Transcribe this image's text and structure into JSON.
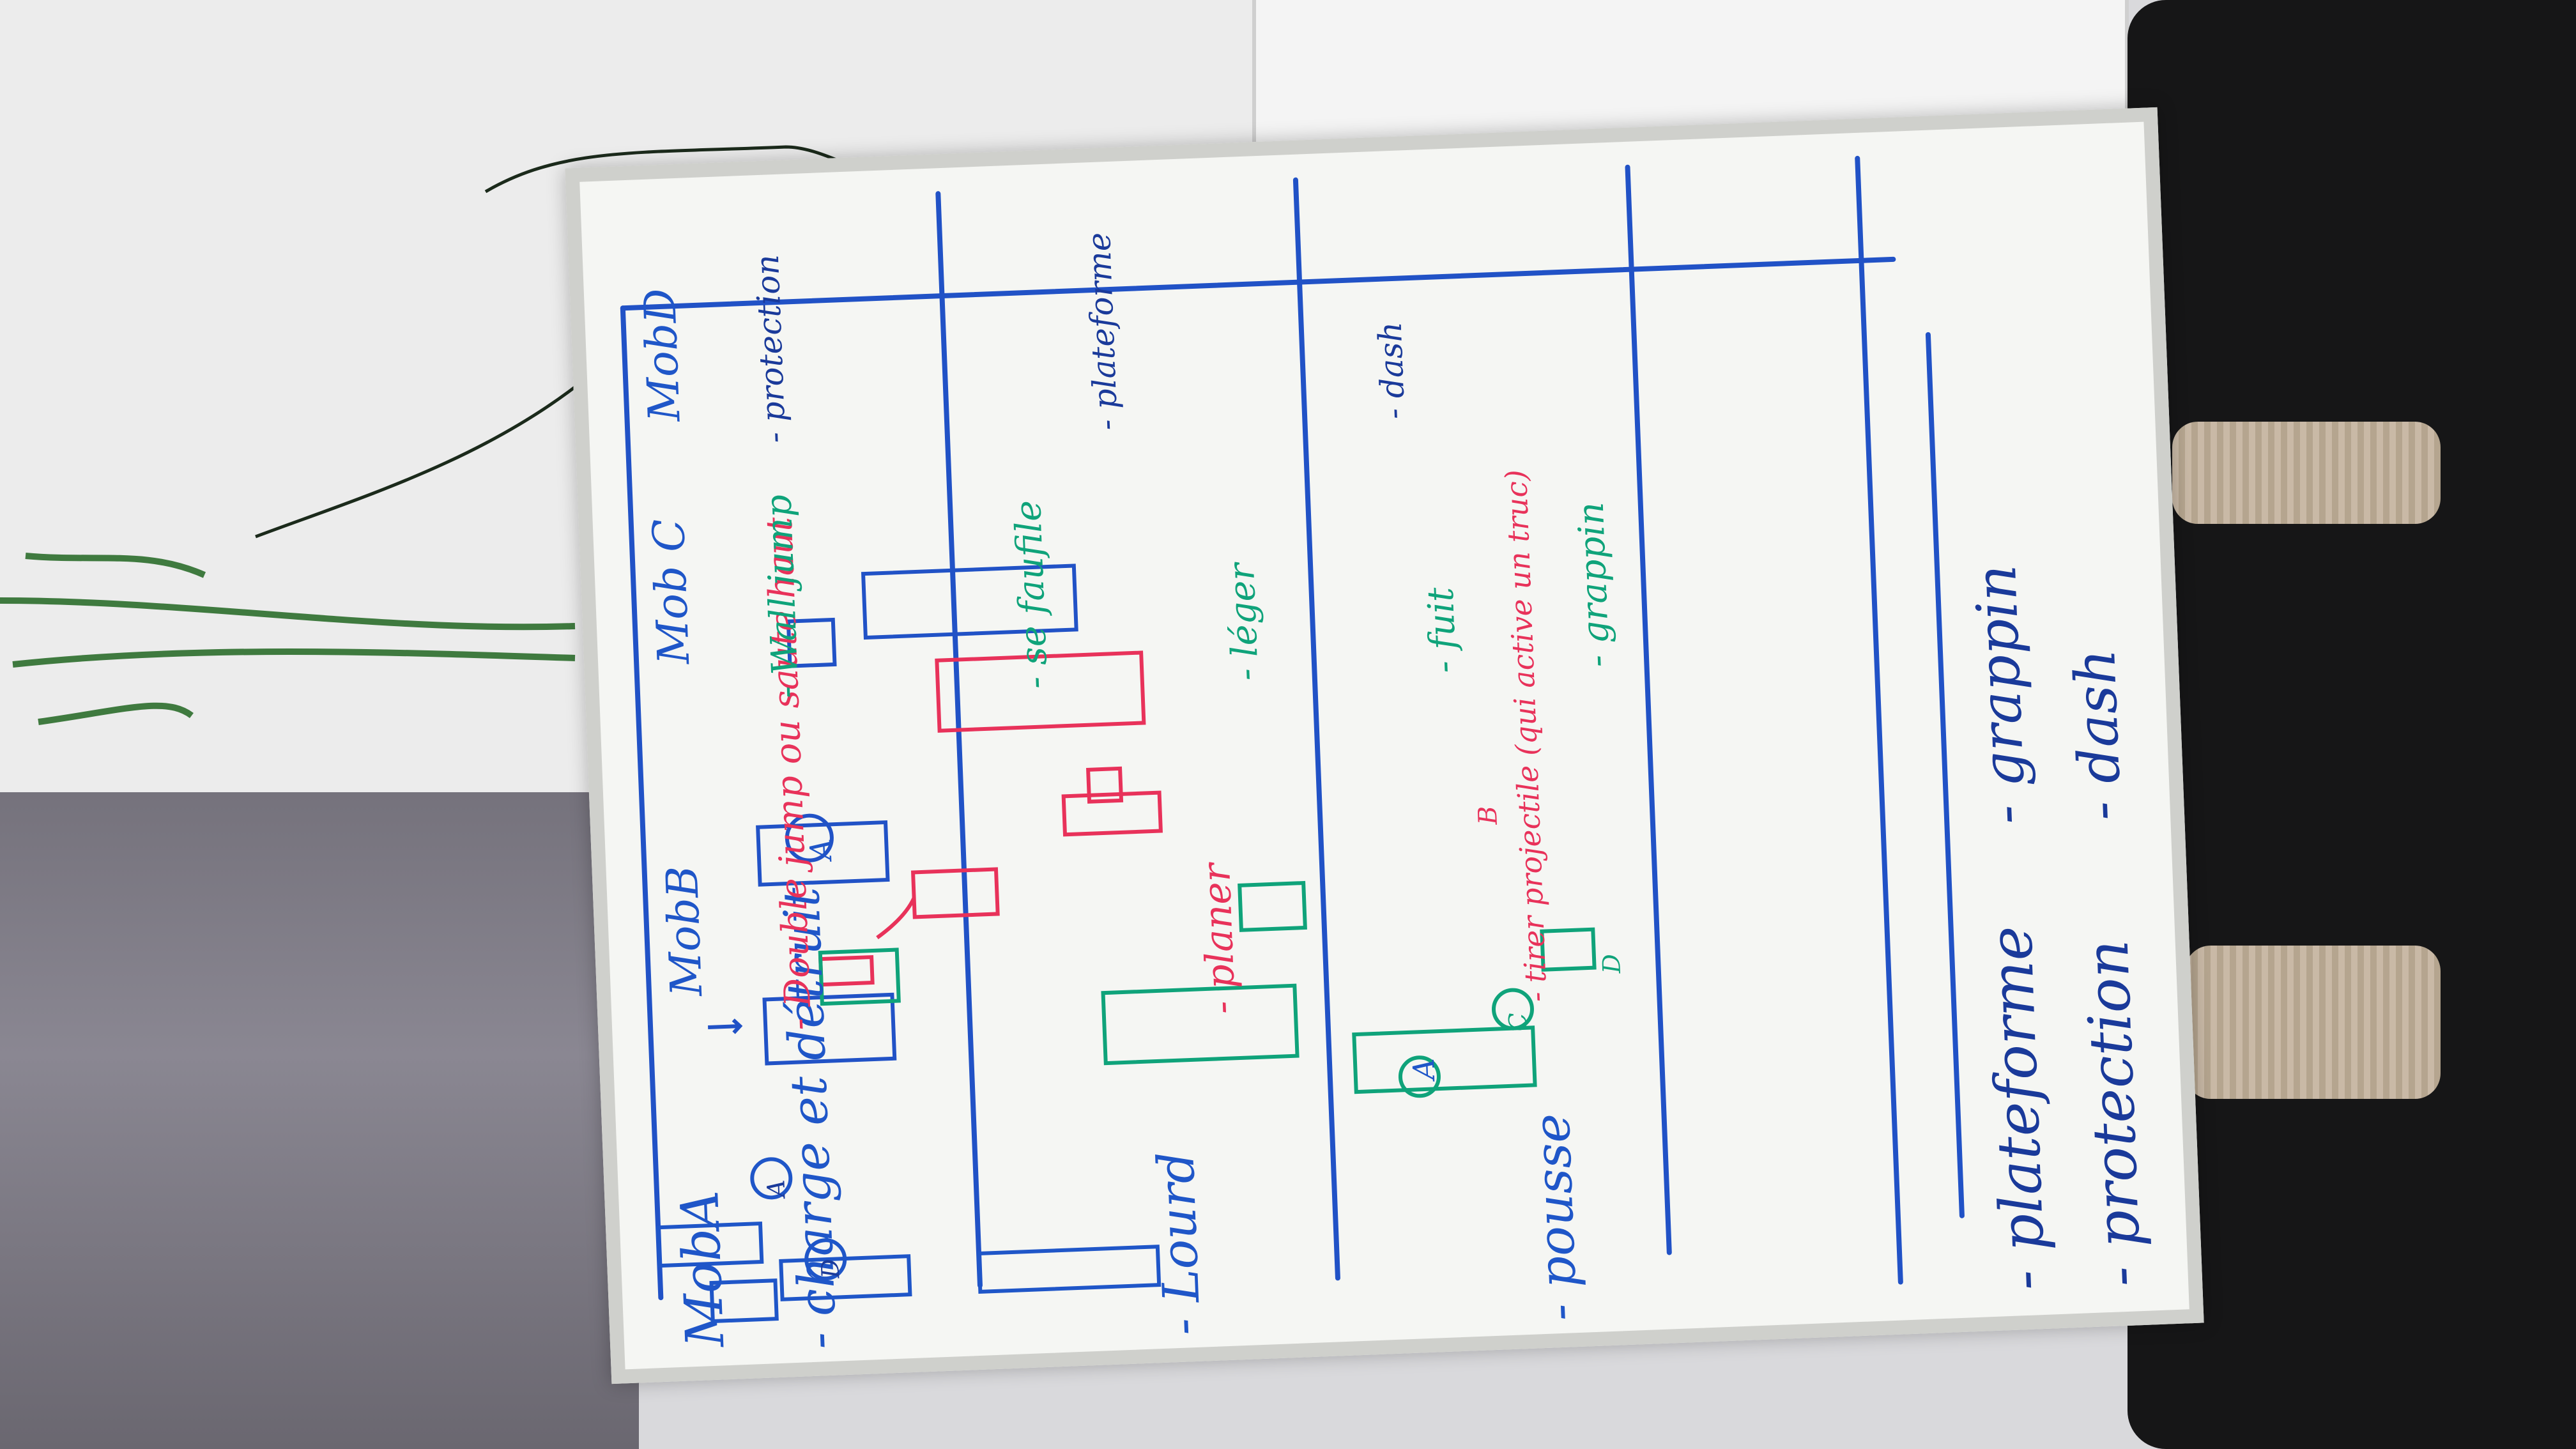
{
  "board": {
    "mobs": {
      "a": {
        "heading": "MobA",
        "items": [
          "- charge et détruit",
          "- Lourd",
          "- pousse"
        ]
      },
      "b": {
        "heading": "MobB",
        "items": [
          "- Double jump ou saute haut",
          "- planer",
          "- tirer projectile (qui active un truc)"
        ]
      },
      "c": {
        "heading": "Mob C",
        "items": [
          "- Wall jump",
          "- se faufile",
          "- léger",
          "- fuit",
          "- grappin"
        ]
      },
      "d": {
        "heading": "MobD",
        "items": [
          "- protection",
          "- plateforme",
          "- dash"
        ]
      }
    },
    "summary": {
      "left": [
        "- plateforme",
        "- protection"
      ],
      "right": [
        "- grappin",
        "- dash"
      ]
    },
    "diagram_letters": [
      "A",
      "A",
      "B",
      "C",
      "D",
      "A",
      "D"
    ]
  },
  "colors": {
    "blue_marker": "#1f56c8",
    "green_marker": "#0fa37a",
    "red_marker": "#e8325a",
    "board": "#f5f6f3"
  }
}
